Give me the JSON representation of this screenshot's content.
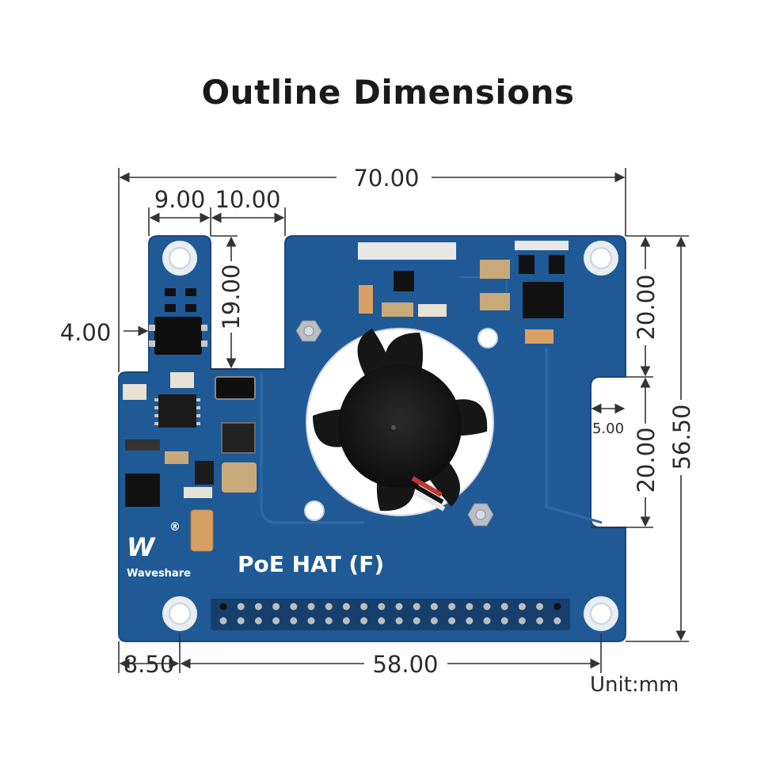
{
  "title": "Outline Dimensions",
  "dimensions": {
    "total_width": "70.00",
    "top_left_tab": "9.00",
    "top_gap": "10.00",
    "left_offset": "4.00",
    "slot_depth": "19.00",
    "right_upper": "20.00",
    "right_notch_depth": "5.00",
    "right_lower": "20.00",
    "total_height": "56.50",
    "bottom_left": "8.50",
    "bottom_hole_spacing": "58.00"
  },
  "unit_label": "Unit:mm",
  "board": {
    "product_name": "PoE HAT (F)",
    "brand": "Waveshare",
    "logo_mark": "W",
    "registered_mark": "®",
    "color": "#1f5a96"
  },
  "colors": {
    "board": "#1f5a96",
    "board_edge": "#184a7c",
    "dimension_line": "#333333",
    "title": "#1a1a1a"
  }
}
